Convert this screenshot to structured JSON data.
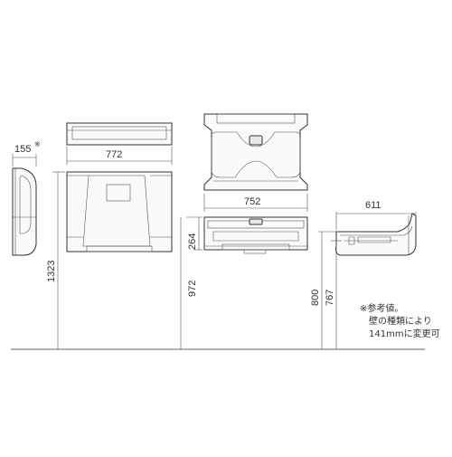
{
  "dimensions": {
    "side_depth": "155",
    "side_depth_mark": "※",
    "top_width": "772",
    "height_total": "1323",
    "open_top_height": "264",
    "open_width": "752",
    "floor_to_open_top": "972",
    "open_depth": "611",
    "floor_to_top": "800",
    "floor_to_seat": "767"
  },
  "note": {
    "line1": "※参考値。",
    "line2": "壁の種類により",
    "line3": "141mmに変更可"
  }
}
